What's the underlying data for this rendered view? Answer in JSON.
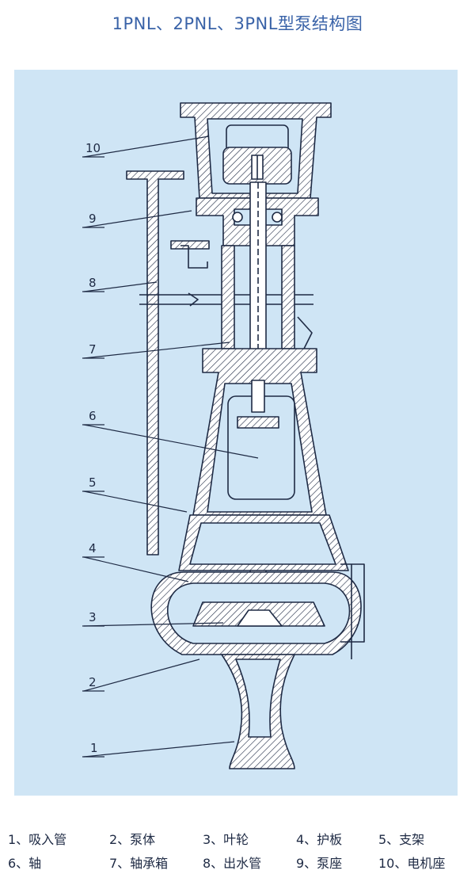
{
  "title": "1PNL、2PNL、3PNL型泵结构图",
  "callouts": [
    "10",
    "9",
    "8",
    "7",
    "6",
    "5",
    "4",
    "3",
    "2",
    "1"
  ],
  "legend": {
    "row1": [
      "1、吸入管",
      "2、泵体",
      "3、叶轮",
      "4、护板",
      "5、支架"
    ],
    "row2": [
      "6、轴",
      "7、轴承箱",
      "8、出水管",
      "9、泵座",
      "10、电机座"
    ]
  },
  "colors": {
    "title": "#3a63a8",
    "panel": "#cfe5f5",
    "line": "#1e2a44"
  }
}
